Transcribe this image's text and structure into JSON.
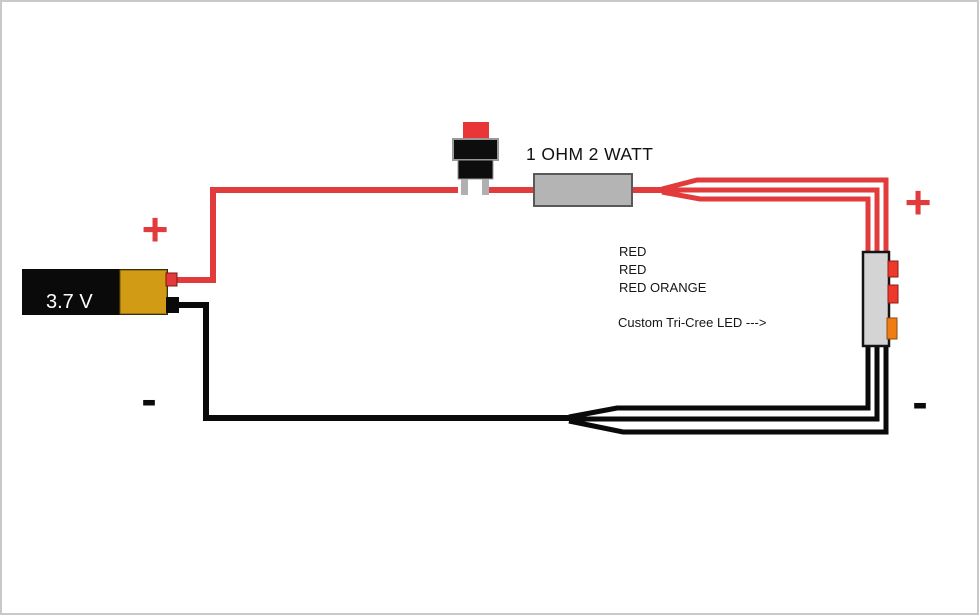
{
  "battery": {
    "voltage_label": "3.7 V"
  },
  "resistor": {
    "label": "1 OHM 2 WATT"
  },
  "led": {
    "wire_color_labels": [
      "RED",
      "RED",
      "RED ORANGE"
    ],
    "caption": "Custom Tri-Cree LED --->"
  },
  "polarity": {
    "plus": "+",
    "minus": "-"
  },
  "colors": {
    "wire_red": "#e23b3c",
    "wire_black": "#0a0a0a",
    "battery_black": "#0a0a0a",
    "battery_gold": "#d29b16",
    "terminal_red": "#e23b3c",
    "button_red": "#e83535",
    "button_black": "#0d0d0d",
    "resistor_gray": "#b4b4b4",
    "resistor_border": "#595959",
    "led_body_gray": "#d4d4d4",
    "led_tab_red": "#ee382c",
    "led_tab_orange": "#f07c14"
  }
}
